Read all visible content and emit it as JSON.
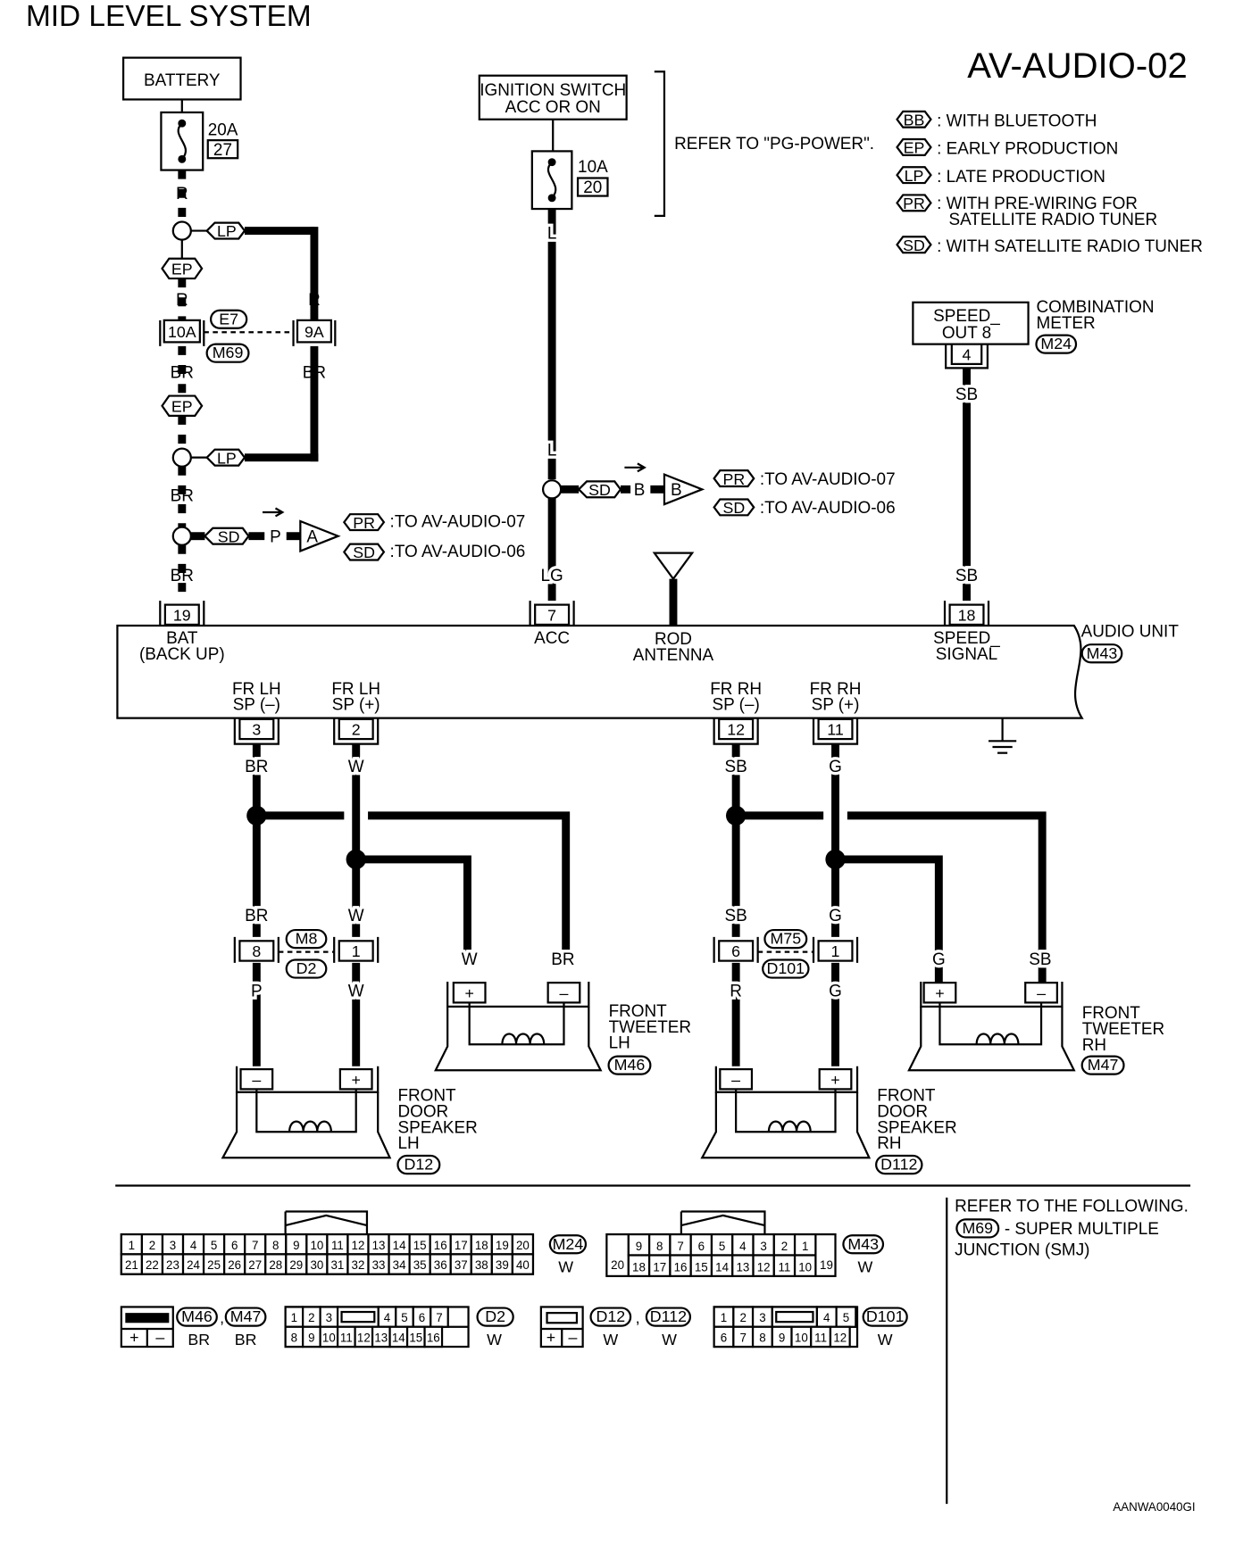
{
  "header": {
    "system_title": "MID LEVEL SYSTEM",
    "page_code": "AV-AUDIO-02",
    "figure_id": "AANWA0040GI"
  },
  "legend": [
    {
      "code": "BB",
      "text": ": WITH BLUETOOTH"
    },
    {
      "code": "EP",
      "text": ": EARLY PRODUCTION"
    },
    {
      "code": "LP",
      "text": ": LATE PRODUCTION"
    },
    {
      "code": "PR",
      "text": ": WITH PRE-WIRING FOR",
      "text2": "SATELLITE RADIO TUNER"
    },
    {
      "code": "SD",
      "text": ": WITH SATELLITE RADIO TUNER"
    }
  ],
  "battery": {
    "label": "BATTERY",
    "fuse_amp": "20A",
    "fuse_no": "27"
  },
  "ignition": {
    "line1": "IGNITION SWITCH",
    "line2": "ACC OR ON",
    "fuse_amp": "10A",
    "fuse_no": "20",
    "refer": "REFER TO \"PG-POWER\"."
  },
  "tags": {
    "LP": "LP",
    "EP": "EP",
    "SD": "SD",
    "PR": "PR"
  },
  "wires": {
    "R": "R",
    "BR": "BR",
    "L": "L",
    "LG": "LG",
    "SB": "SB",
    "W": "W",
    "G": "G",
    "P": "P",
    "B": "B"
  },
  "joint": {
    "pin1": "10A",
    "pin2": "9A",
    "conn1": "E7",
    "conn2": "M69"
  },
  "offpage": {
    "a_wire": "P",
    "a_letter": "A",
    "b_wire": "B",
    "b_letter": "B",
    "pr_text": ":TO AV-AUDIO-07",
    "sd_text": ":TO AV-AUDIO-06"
  },
  "combination_meter": {
    "box1": "SPEED_",
    "box2": "OUT 8",
    "name1": "COMBINATION",
    "name2": "METER",
    "conn": "M24",
    "pin": "4"
  },
  "audio_unit": {
    "name": "AUDIO UNIT",
    "conn": "M43",
    "top_pins": [
      {
        "pin": "19",
        "line1": "BAT",
        "line2": "(BACK UP)"
      },
      {
        "pin": "7",
        "line1": "ACC",
        "line2": ""
      },
      {
        "pin": "",
        "line1": "ROD",
        "line2": "ANTENNA"
      },
      {
        "pin": "18",
        "line1": "SPEED_",
        "line2": "SIGNAL"
      }
    ],
    "bottom_pins": [
      {
        "pin": "3",
        "line1": "FR LH",
        "line2": "SP (–)"
      },
      {
        "pin": "2",
        "line1": "FR LH",
        "line2": "SP (+)"
      },
      {
        "pin": "12",
        "line1": "FR RH",
        "line2": "SP (–)"
      },
      {
        "pin": "11",
        "line1": "FR RH",
        "line2": "SP (+)"
      }
    ]
  },
  "lh_joint": {
    "pin_a": "8",
    "pin_b": "1",
    "conn1": "M8",
    "conn2": "D2"
  },
  "rh_joint": {
    "pin_a": "6",
    "pin_b": "1",
    "conn1": "M75",
    "conn2": "D101"
  },
  "speakers": {
    "tweeter_lh": {
      "l1": "FRONT",
      "l2": "TWEETER",
      "l3": "LH",
      "conn": "M46"
    },
    "tweeter_rh": {
      "l1": "FRONT",
      "l2": "TWEETER",
      "l3": "RH",
      "conn": "M47"
    },
    "door_lh": {
      "l1": "FRONT",
      "l2": "DOOR",
      "l3": "SPEAKER",
      "l4": "LH",
      "conn": "D12"
    },
    "door_rh": {
      "l1": "FRONT",
      "l2": "DOOR",
      "l3": "SPEAKER",
      "l4": "RH",
      "conn": "D112"
    },
    "plus": "+",
    "minus": "–"
  },
  "connector_views": {
    "m24": {
      "conn": "M24",
      "color": "W",
      "row1": [
        "1",
        "2",
        "3",
        "4",
        "5",
        "6",
        "7",
        "8",
        "9",
        "10",
        "11",
        "12",
        "13",
        "14",
        "15",
        "16",
        "17",
        "18",
        "19",
        "20"
      ],
      "row2": [
        "21",
        "22",
        "23",
        "24",
        "25",
        "26",
        "27",
        "28",
        "29",
        "30",
        "31",
        "32",
        "33",
        "34",
        "35",
        "36",
        "37",
        "38",
        "39",
        "40"
      ]
    },
    "m43": {
      "conn": "M43",
      "color": "W",
      "left": "20",
      "right": "19",
      "row1": [
        "9",
        "8",
        "7",
        "6",
        "5",
        "4",
        "3",
        "2",
        "1"
      ],
      "row2": [
        "18",
        "17",
        "16",
        "15",
        "14",
        "13",
        "12",
        "11",
        "10"
      ]
    },
    "m46": {
      "conn1": "M46",
      "conn2": "M47",
      "color1": "BR",
      "color2": "BR",
      "plus": "+",
      "minus": "–"
    },
    "d2": {
      "conn": "D2",
      "color": "W",
      "row1": [
        "1",
        "2",
        "3",
        "",
        "4",
        "5",
        "6",
        "7"
      ],
      "row2": [
        "8",
        "9",
        "10",
        "11",
        "12",
        "13",
        "14",
        "15",
        "16"
      ]
    },
    "d12": {
      "conn1": "D12",
      "conn2": "D112",
      "color1": "W",
      "color2": "W",
      "plus": "+",
      "minus": "–"
    },
    "d101": {
      "conn": "D101",
      "color": "W",
      "row1": [
        "1",
        "2",
        "3",
        "",
        "4",
        "5"
      ],
      "row2": [
        "6",
        "7",
        "8",
        "9",
        "10",
        "11",
        "12"
      ]
    }
  },
  "refer_box": {
    "line1": "REFER TO THE FOLLOWING.",
    "conn": "M69",
    "line2": "- SUPER MULTIPLE",
    "line3": "JUNCTION (SMJ)"
  }
}
